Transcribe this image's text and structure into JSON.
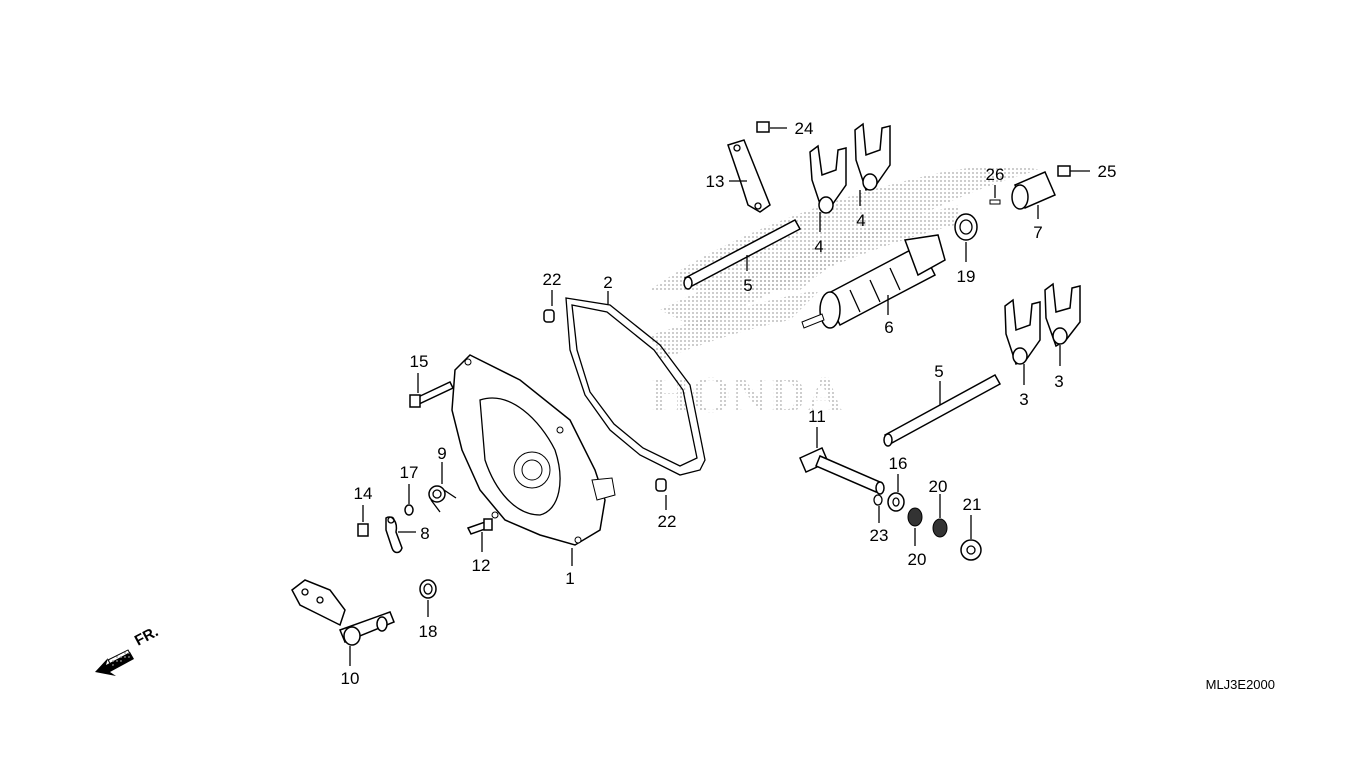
{
  "diagram": {
    "parts": [
      {
        "id": "p1",
        "number": "1"
      },
      {
        "id": "p2",
        "number": "2"
      },
      {
        "id": "p3a",
        "number": "3"
      },
      {
        "id": "p3b",
        "number": "3"
      },
      {
        "id": "p4a",
        "number": "4"
      },
      {
        "id": "p4b",
        "number": "4"
      },
      {
        "id": "p5a",
        "number": "5"
      },
      {
        "id": "p5b",
        "number": "5"
      },
      {
        "id": "p6",
        "number": "6"
      },
      {
        "id": "p7",
        "number": "7"
      },
      {
        "id": "p8",
        "number": "8"
      },
      {
        "id": "p9",
        "number": "9"
      },
      {
        "id": "p10",
        "number": "10"
      },
      {
        "id": "p11",
        "number": "11"
      },
      {
        "id": "p12",
        "number": "12"
      },
      {
        "id": "p13",
        "number": "13"
      },
      {
        "id": "p14",
        "number": "14"
      },
      {
        "id": "p15",
        "number": "15"
      },
      {
        "id": "p16",
        "number": "16"
      },
      {
        "id": "p17",
        "number": "17"
      },
      {
        "id": "p18",
        "number": "18"
      },
      {
        "id": "p19",
        "number": "19"
      },
      {
        "id": "p20a",
        "number": "20"
      },
      {
        "id": "p20b",
        "number": "20"
      },
      {
        "id": "p21",
        "number": "21"
      },
      {
        "id": "p22a",
        "number": "22"
      },
      {
        "id": "p22b",
        "number": "22"
      },
      {
        "id": "p23",
        "number": "23"
      },
      {
        "id": "p24",
        "number": "24"
      },
      {
        "id": "p25",
        "number": "25"
      },
      {
        "id": "p26",
        "number": "26"
      }
    ],
    "direction_label": "FR.",
    "diagram_code": "MLJ3E2000",
    "watermark_logo_text": "HONDA"
  }
}
